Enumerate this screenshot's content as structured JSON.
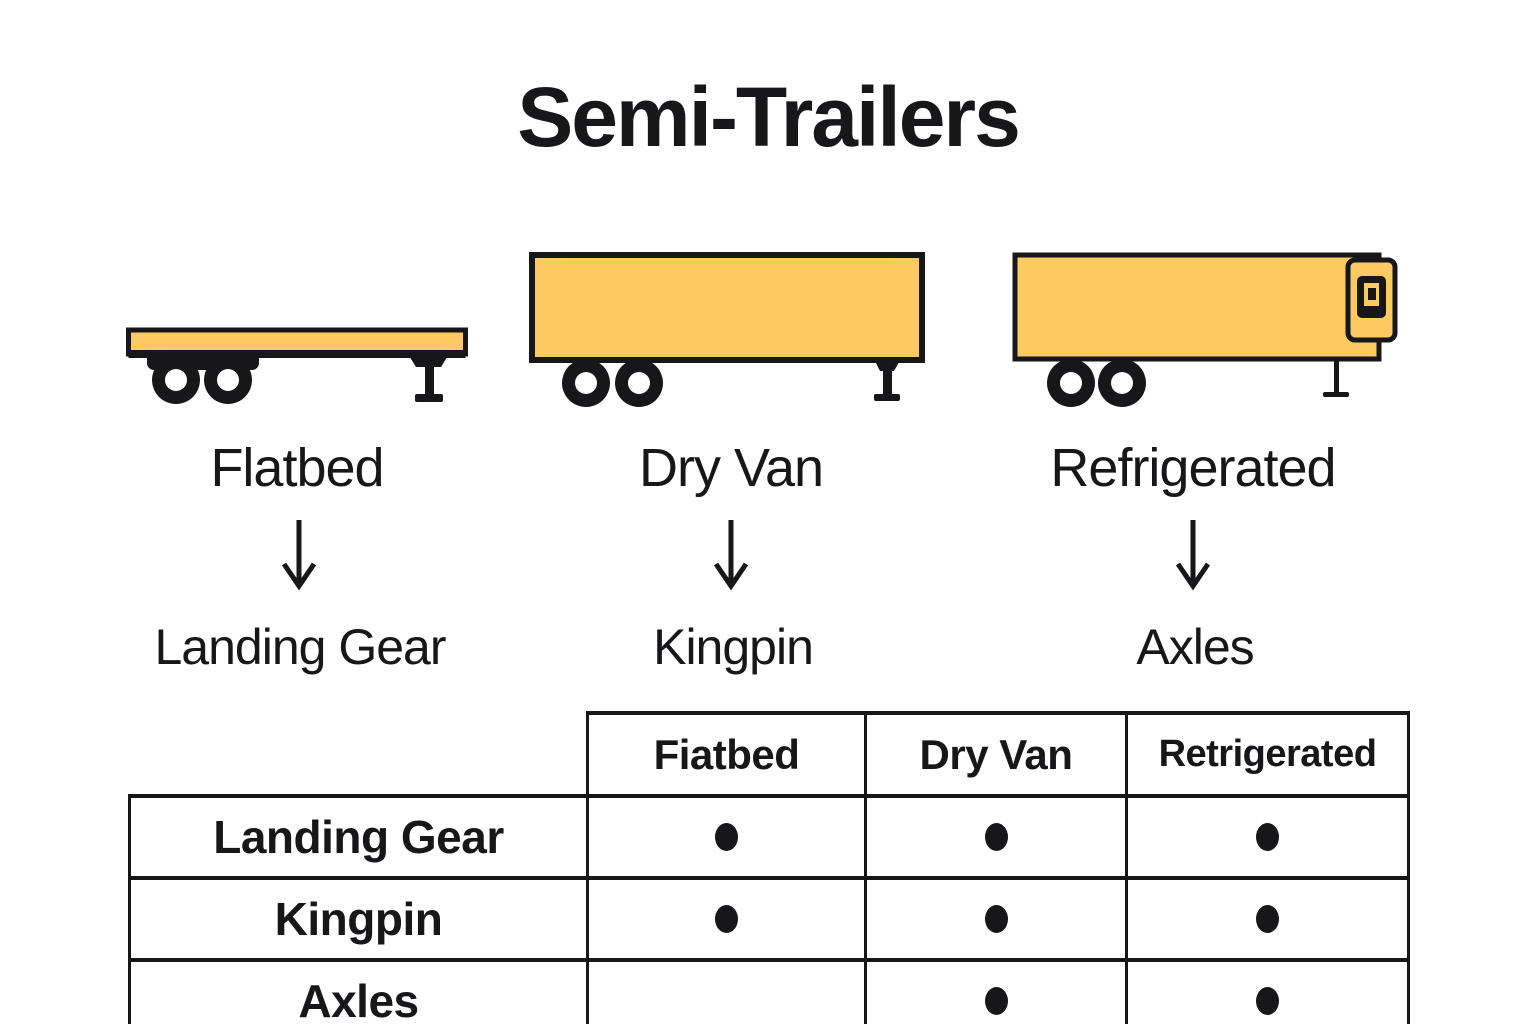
{
  "title": "Semi-Trailers",
  "diagram": {
    "trailers": [
      {
        "type": "Flatbed",
        "feature": "Landing Gear",
        "icon": "flatbed-trailer-icon"
      },
      {
        "type": "Dry Van",
        "feature": "Kingpin",
        "icon": "dry-van-trailer-icon"
      },
      {
        "type": "Refrigerated",
        "feature": "Axles",
        "icon": "refrigerated-trailer-icon"
      }
    ],
    "arrow_icon": "down-arrow-icon"
  },
  "table": {
    "column_headers": [
      "Fiatbed",
      "Dry Van",
      "Retrigerated"
    ],
    "rows": [
      {
        "label": "Landing Gear",
        "values": [
          true,
          true,
          true
        ]
      },
      {
        "label": "Kingpin",
        "values": [
          true,
          true,
          true
        ]
      },
      {
        "label": "Axles",
        "values": [
          false,
          true,
          true
        ]
      }
    ]
  },
  "colors": {
    "background": "#FFFFFF",
    "trailer_fill": "#FCCA60",
    "outline": "#17171A",
    "text": "#17171A"
  }
}
